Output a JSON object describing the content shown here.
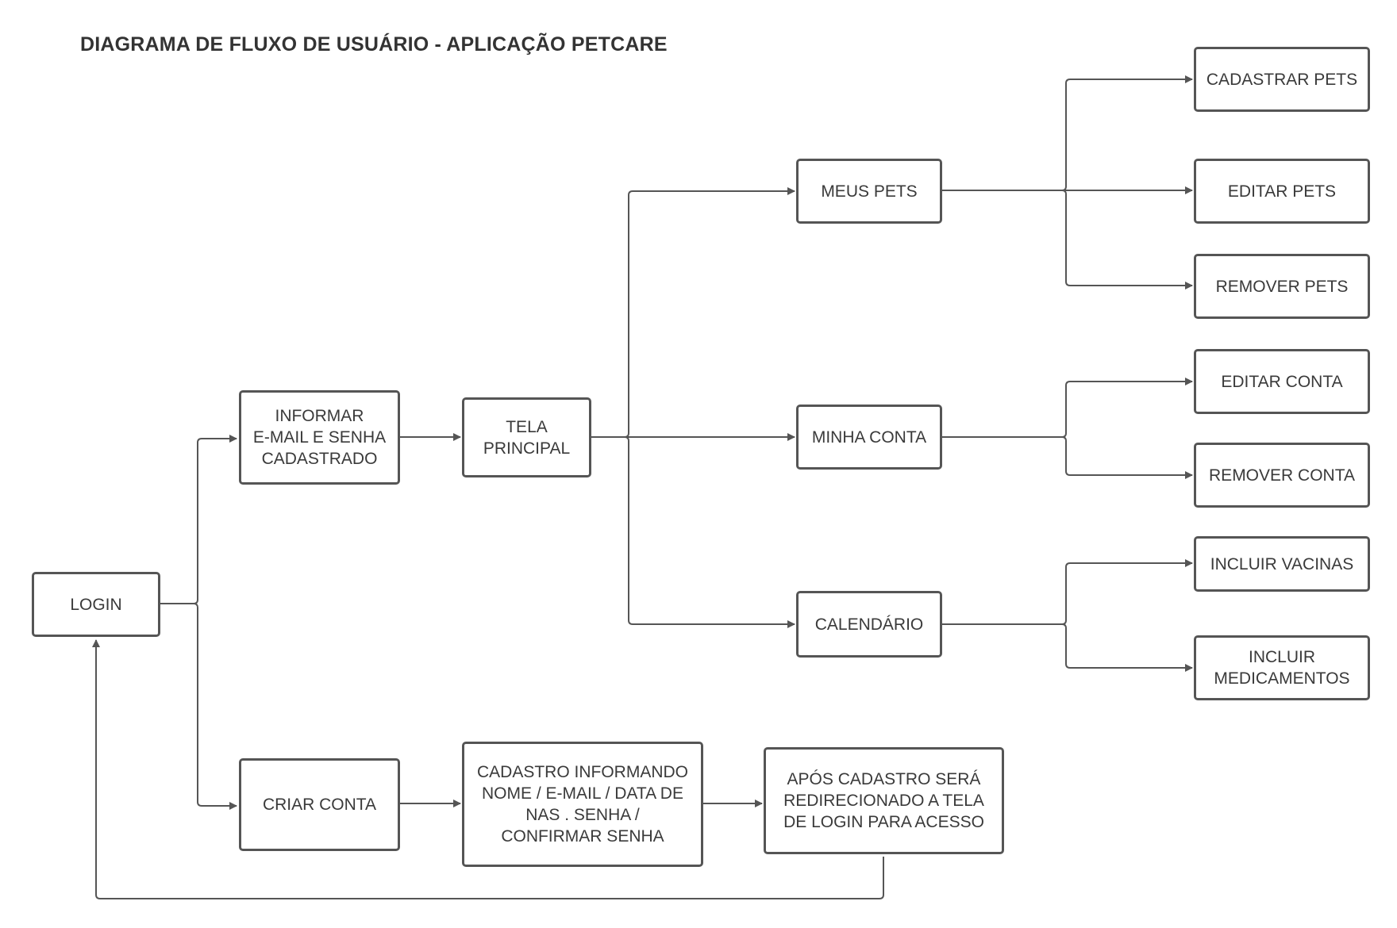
{
  "title": "DIAGRAMA DE FLUXO DE USUÁRIO - APLICAÇÃO PETCARE",
  "nodes": {
    "login": "LOGIN",
    "informar": "INFORMAR\nE-MAIL E SENHA\nCADASTRADO",
    "tela_principal": "TELA\nPRINCIPAL",
    "meus_pets": "MEUS PETS",
    "minha_conta": "MINHA CONTA",
    "calendario": "CALENDÁRIO",
    "cadastrar_pets": "CADASTRAR PETS",
    "editar_pets": "EDITAR PETS",
    "remover_pets": "REMOVER PETS",
    "editar_conta": "EDITAR CONTA",
    "remover_conta": "REMOVER CONTA",
    "incluir_vacinas": "INCLUIR VACINAS",
    "incluir_medicamentos": "INCLUIR\nMEDICAMENTOS",
    "criar_conta": "CRIAR CONTA",
    "cadastro_informando": "CADASTRO INFORMANDO\nNOME / E-MAIL  / DATA DE\nNAS . SENHA  /\nCONFIRMAR SENHA",
    "apos_cadastro": "APÓS CADASTRO SERÁ\nREDIRECIONADO A TELA\nDE LOGIN PARA ACESSO"
  },
  "colors": {
    "stroke": "#555555",
    "text": "#3a3a3a"
  }
}
